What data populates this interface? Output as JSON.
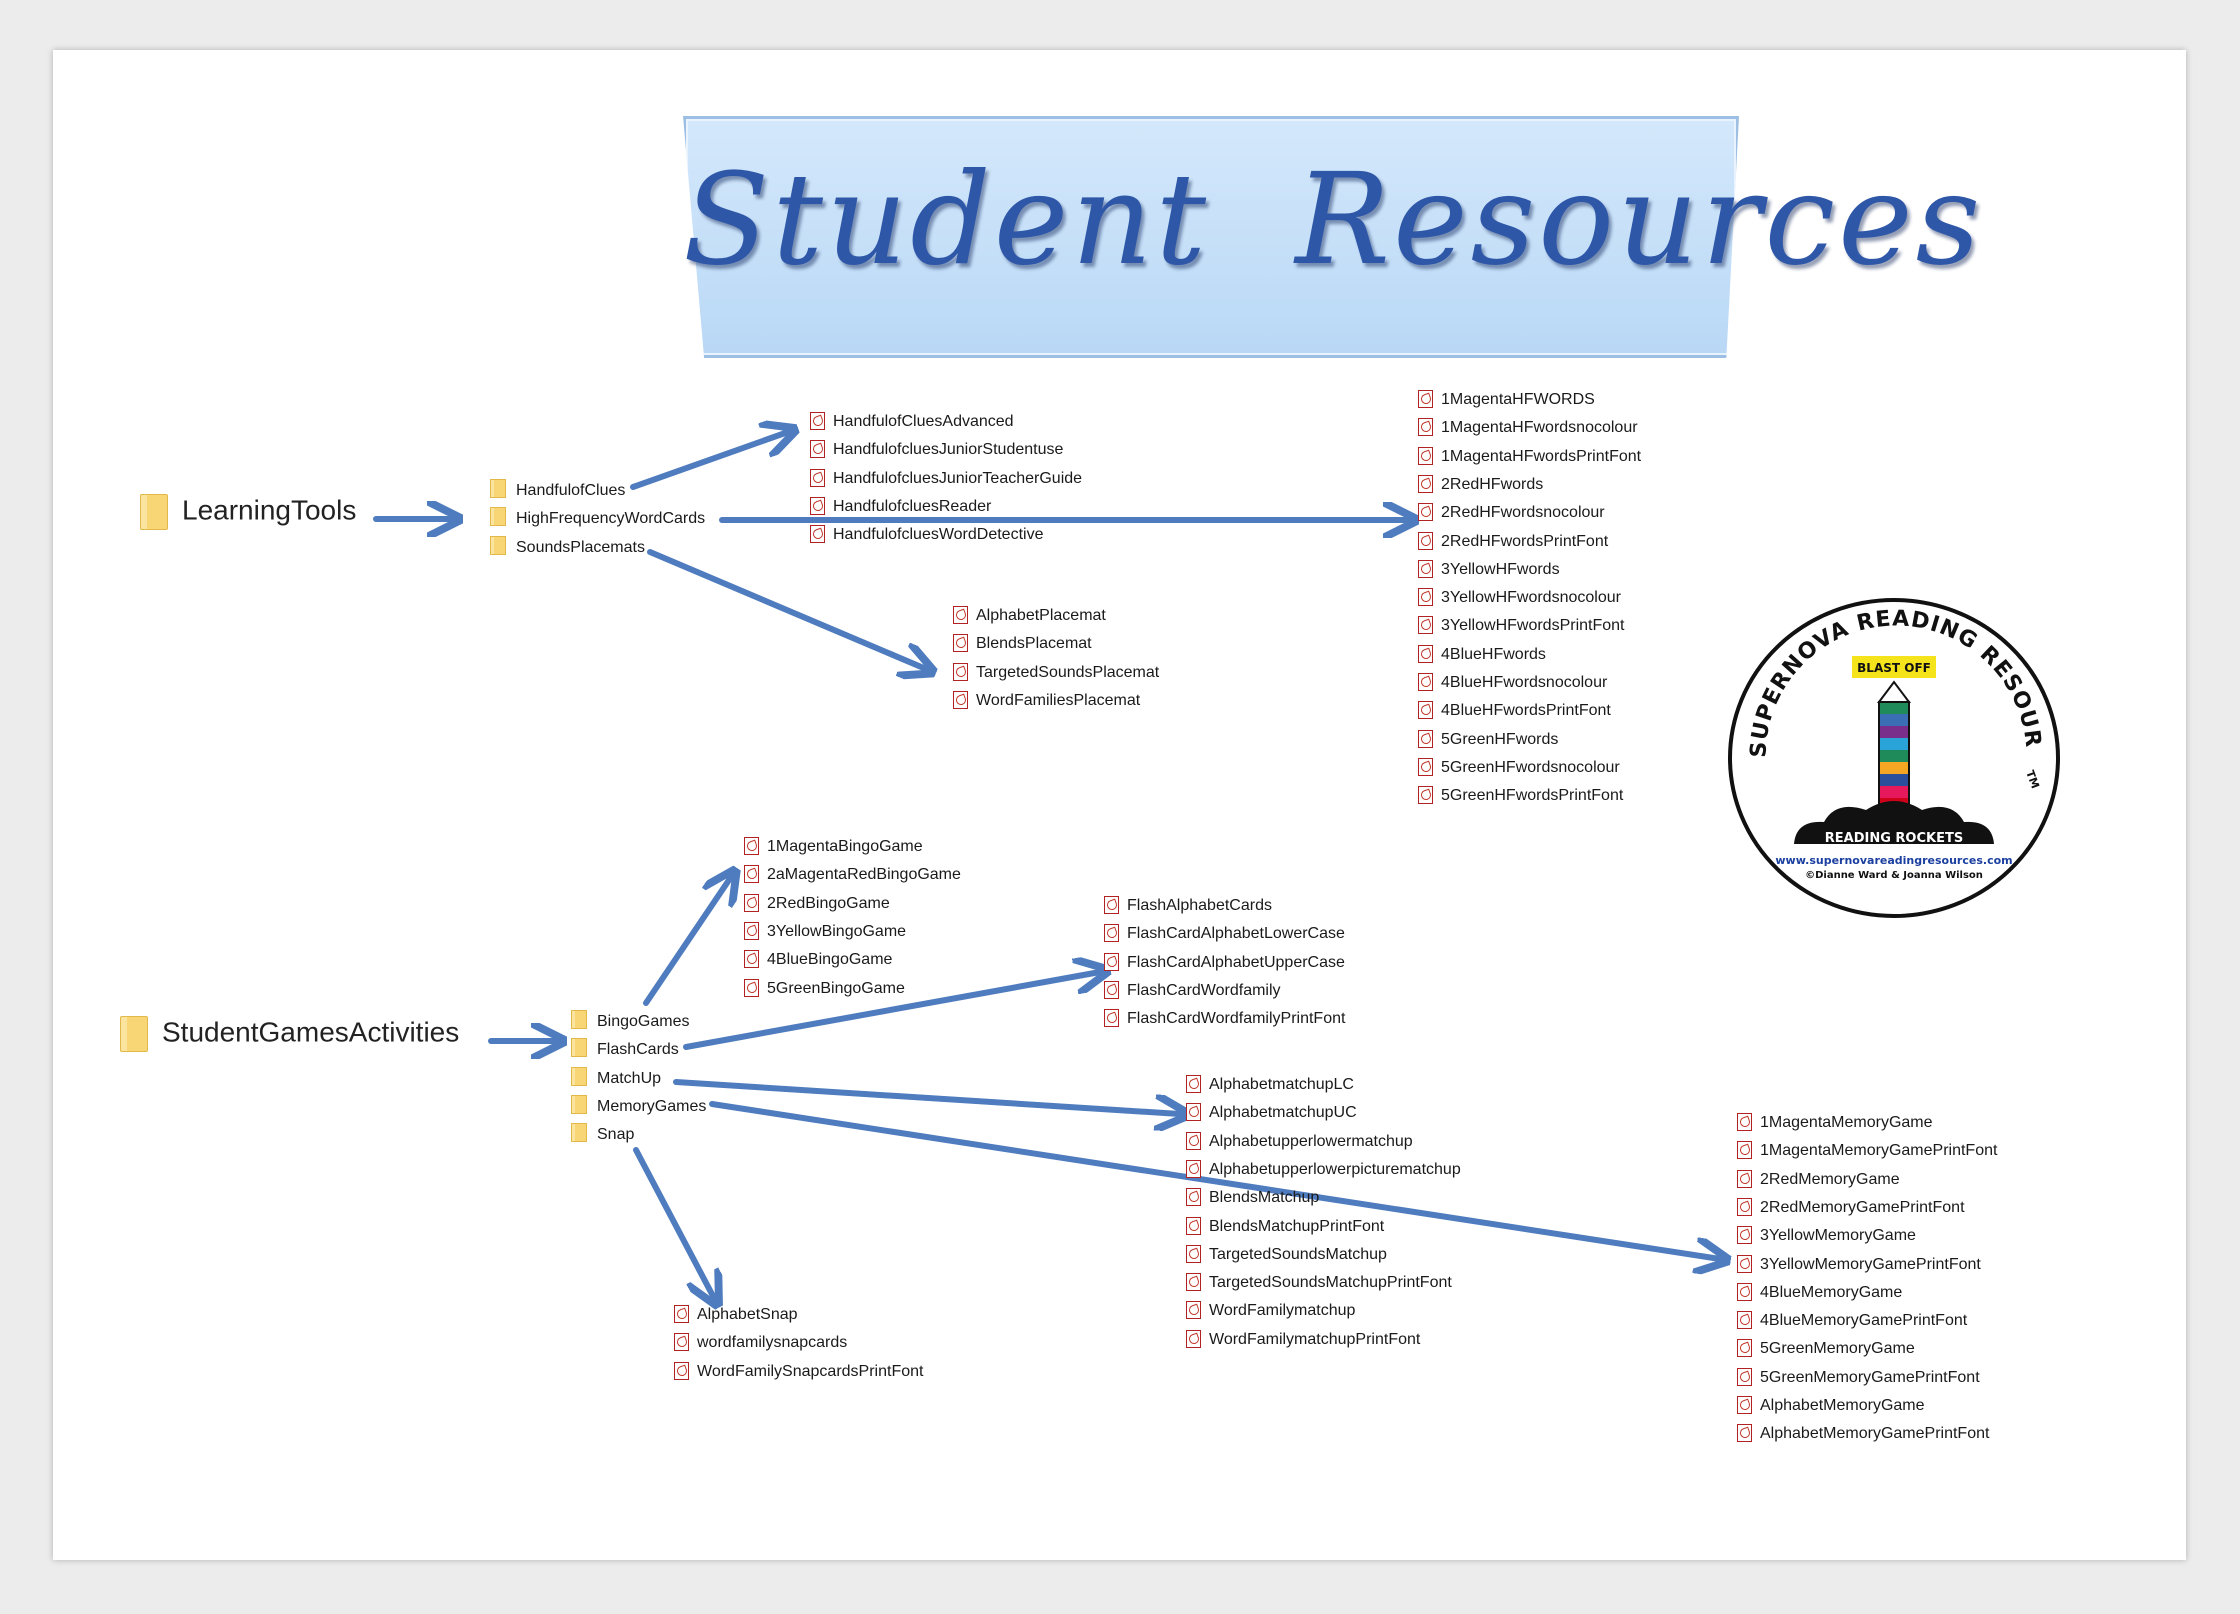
{
  "banner": {
    "title": "Student  Resources"
  },
  "roots": {
    "learning": "LearningTools",
    "games": "StudentGamesActivities"
  },
  "folders": {
    "learning": [
      "HandfulofClues",
      "HighFrequencyWordCards",
      "SoundsPlacemats"
    ],
    "games": [
      "BingoGames",
      "FlashCards",
      "MatchUp",
      "MemoryGames",
      "Snap"
    ]
  },
  "files": {
    "handful": [
      "HandfulofCluesAdvanced",
      "HandfulofcluesJuniorStudentuse",
      "HandfulofcluesJuniorTeacherGuide",
      "HandfulofcluesReader",
      "HandfulofcluesWordDetective"
    ],
    "hf": [
      "1MagentaHFWORDS",
      "1MagentaHFwordsnocolour",
      "1MagentaHFwordsPrintFont",
      "2RedHFwords",
      "2RedHFwordsnocolour",
      "2RedHFwordsPrintFont",
      "3YellowHFwords",
      "3YellowHFwordsnocolour",
      "3YellowHFwordsPrintFont",
      "4BlueHFwords",
      "4BlueHFwordsnocolour",
      "4BlueHFwordsPrintFont",
      "5GreenHFwords",
      "5GreenHFwordsnocolour",
      "5GreenHFwordsPrintFont"
    ],
    "placemats": [
      "AlphabetPlacemat",
      "BlendsPlacemat",
      "TargetedSoundsPlacemat",
      "WordFamiliesPlacemat"
    ],
    "bingo": [
      "1MagentaBingoGame",
      "2aMagentaRedBingoGame",
      "2RedBingoGame",
      "3YellowBingoGame",
      "4BlueBingoGame",
      "5GreenBingoGame"
    ],
    "flash": [
      "FlashAlphabetCards",
      "FlashCardAlphabetLowerCase",
      "FlashCardAlphabetUpperCase",
      "FlashCardWordfamily",
      "FlashCardWordfamilyPrintFont"
    ],
    "matchup": [
      "AlphabetmatchupLC",
      "AlphabetmatchupUC",
      "Alphabetupperlowermatchup",
      "Alphabetupperlowerpicturematchup",
      "BlendsMatchup",
      "BlendsMatchupPrintFont",
      "TargetedSoundsMatchup",
      "TargetedSoundsMatchupPrintFont",
      "WordFamilymatchup",
      "WordFamilymatchupPrintFont"
    ],
    "memory": [
      "1MagentaMemoryGame",
      "1MagentaMemoryGamePrintFont",
      "2RedMemoryGame",
      "2RedMemoryGamePrintFont",
      "3YellowMemoryGame",
      "3YellowMemoryGamePrintFont",
      "4BlueMemoryGame",
      "4BlueMemoryGamePrintFont",
      "5GreenMemoryGame",
      "5GreenMemoryGamePrintFont",
      "AlphabetMemoryGame",
      "AlphabetMemoryGamePrintFont"
    ],
    "snap": [
      "AlphabetSnap",
      "wordfamilysnapcards",
      "WordFamilySnapcardsPrintFont"
    ]
  },
  "logo": {
    "arc_text": "SUPERNOVA READING RESOURCES",
    "tm": "TM",
    "badge": "BLAST OFF",
    "cloud_text": "READING ROCKETS",
    "website": "www.supernovareadingresources.com",
    "credit": "©Dianne Ward & Joanna Wilson"
  },
  "colors": {
    "arrow": "#4f7cbe",
    "banner_text": "#2f57a8",
    "banner_bg": "#c4def8",
    "pdf_icon": "#b22222",
    "folder": "#f8d675"
  }
}
